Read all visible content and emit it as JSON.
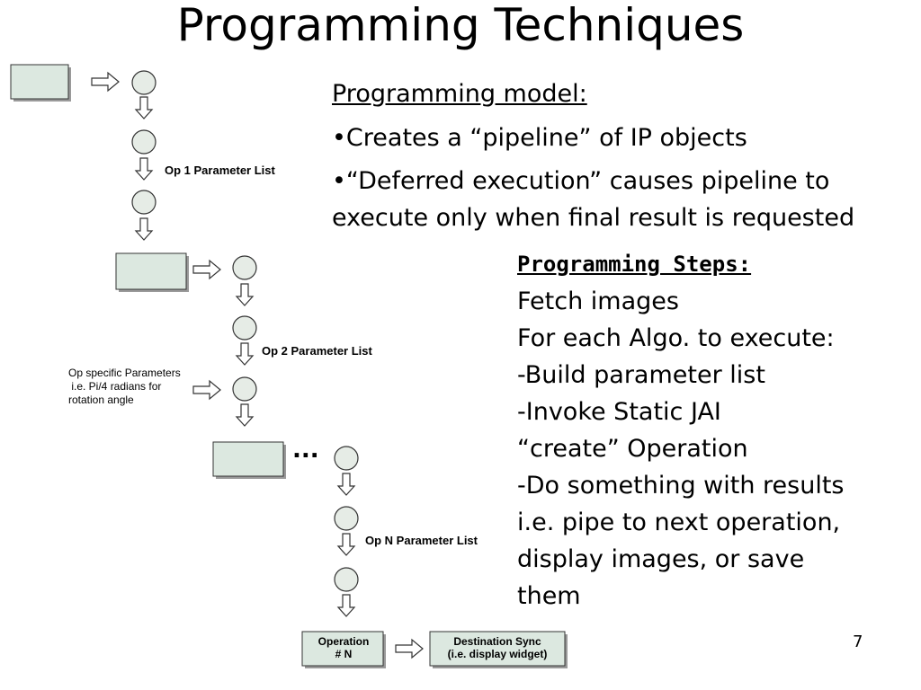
{
  "slide": {
    "title": "Programming Techniques",
    "page_number": "7"
  },
  "diagram": {
    "op1_label": "Op 1 Parameter List",
    "op2_label": "Op 2 Parameter List",
    "opn_label": "Op N Parameter List",
    "ellipsis": "...",
    "note_lines": [
      "Op specific Parameters",
      " i.e. Pi/4 radians for",
      "rotation angle"
    ],
    "operation_box": [
      "Operation",
      "# N"
    ],
    "destination_box": [
      "Destination Sync",
      "(i.e. display widget)"
    ],
    "colors": {
      "box_fill": "#dce8e0",
      "circle_fill": "#e6ece6",
      "stroke": "#333333"
    }
  },
  "model": {
    "heading": "Programming model:",
    "bullets": [
      "•Creates a “pipeline” of IP objects",
      "•“Deferred execution” causes pipeline to execute only when final result is requested"
    ]
  },
  "steps": {
    "heading": "Programming Steps:",
    "lines": [
      "Fetch images",
      "For each Algo. to execute:",
      "-Build parameter list",
      "-Invoke Static JAI",
      "“create” Operation",
      "-Do something with results",
      "i.e. pipe to next operation,",
      "display images, or save",
      "them"
    ]
  }
}
